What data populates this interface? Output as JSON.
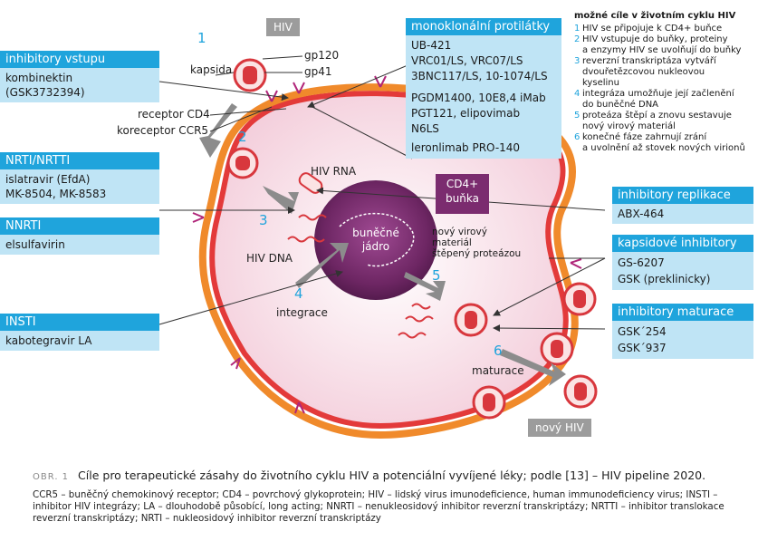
{
  "panels": {
    "entry": {
      "header": "inhibitory vstupu",
      "items": [
        "kombinektin",
        "(GSK3732394)"
      ]
    },
    "nrti": {
      "header": "NRTI/NRTTI",
      "items": [
        "islatravir (EfdA)",
        "MK-8504, MK-8583"
      ]
    },
    "nnrti": {
      "header": "NNRTI",
      "items": [
        "elsulfavirin"
      ]
    },
    "insti": {
      "header": "INSTI",
      "items": [
        "kabotegravir LA"
      ]
    },
    "mab": {
      "header": "monoklonální protilátky",
      "items": [
        "UB-421",
        "VRC01/LS, VRC07/LS",
        "3BNC117/LS, 10-1074/LS",
        "PGDM1400, 10E8,4 iMab",
        "PGT121, elipovimab",
        "N6LS",
        "leronlimab PRO-140"
      ]
    },
    "replication": {
      "header": "inhibitory replikace",
      "items": [
        "ABX-464"
      ]
    },
    "capsid": {
      "header": "kapsidové inhibitory",
      "items": [
        "GS-6207",
        "GSK (preklinicky)"
      ]
    },
    "maturation": {
      "header": "inhibitory maturace",
      "items": [
        "GSK´254",
        "GSK´937"
      ]
    }
  },
  "labels": {
    "hiv_tag": "HIV",
    "new_hiv_tag": "nový HIV",
    "cd4_cell_line1": "CD4+",
    "cd4_cell_line2": "buňka",
    "nucleus_line1": "buněčné",
    "nucleus_line2": "jádro",
    "gp120": "gp120",
    "gp41": "gp41",
    "kapsida": "kapsida",
    "receptor_cd4": "receptor CD4",
    "koreceptor_ccr5": "koreceptor CCR5",
    "hiv_rna": "HIV RNA",
    "hiv_dna": "HIV DNA",
    "integrace": "integrace",
    "maturace": "maturace",
    "new_material_1": "nový virový",
    "new_material_2": "materiál",
    "new_material_3": "štěpený proteázou"
  },
  "steps_numbers": [
    "1",
    "2",
    "3",
    "4",
    "5",
    "6"
  ],
  "lifecycle": {
    "title": "možné cíle v životním cyklu HIV",
    "steps": [
      {
        "n": "1",
        "lines": [
          "HIV se připojuje k CD4+ buňce"
        ]
      },
      {
        "n": "2",
        "lines": [
          "HIV vstupuje do buňky, proteiny",
          "a enzymy HIV se uvolňují do buňky"
        ]
      },
      {
        "n": "3",
        "lines": [
          "reverzní transkriptáza vytváří",
          "dvouřetězcovou nukleovou",
          "kyselinu"
        ]
      },
      {
        "n": "4",
        "lines": [
          "integráza umožňuje její začlenění",
          "do buněčné DNA"
        ]
      },
      {
        "n": "5",
        "lines": [
          "proteáza štěpí a znovu sestavuje",
          "nový virový materiál"
        ]
      },
      {
        "n": "6",
        "lines": [
          "konečné fáze zahrnují zrání",
          "a uvolnění až stovek nových virionů"
        ]
      }
    ]
  },
  "caption": {
    "obr": "OBR. 1",
    "title": "Cíle pro terapeutické zásahy do životního cyklu HIV a potenciální vyvíjené léky; podle [13] – HIV pipeline 2020.",
    "abbreviations": "CCR5 – buněčný chemokinový receptor; CD4 – povrchový glykoprotein; HIV – lidský virus imunodeficience, human immunodeficiency virus; INSTI – inhibitor HIV integrázy; LA – dlouhodobě působící, long acting; NNRTI – nenukleosidový inhibitor reverzní transkriptázy; NRTTI – inhibitor translokace reverzní transkriptázy; NRTI – nukleosidový inhibitor reverzní transkriptázy"
  },
  "colors": {
    "accent_blue": "#1fa4dc",
    "panel_fill": "#bfe4f5",
    "membrane_orange": "#f08a2b",
    "membrane_red": "#e33a3a",
    "cytoplasm": "#f7dde6",
    "nucleus": "#7b2c6f",
    "virus_red": "#d8373d",
    "tag_gray": "#9c9c9c",
    "cd4_badge": "#7b2c6f"
  }
}
